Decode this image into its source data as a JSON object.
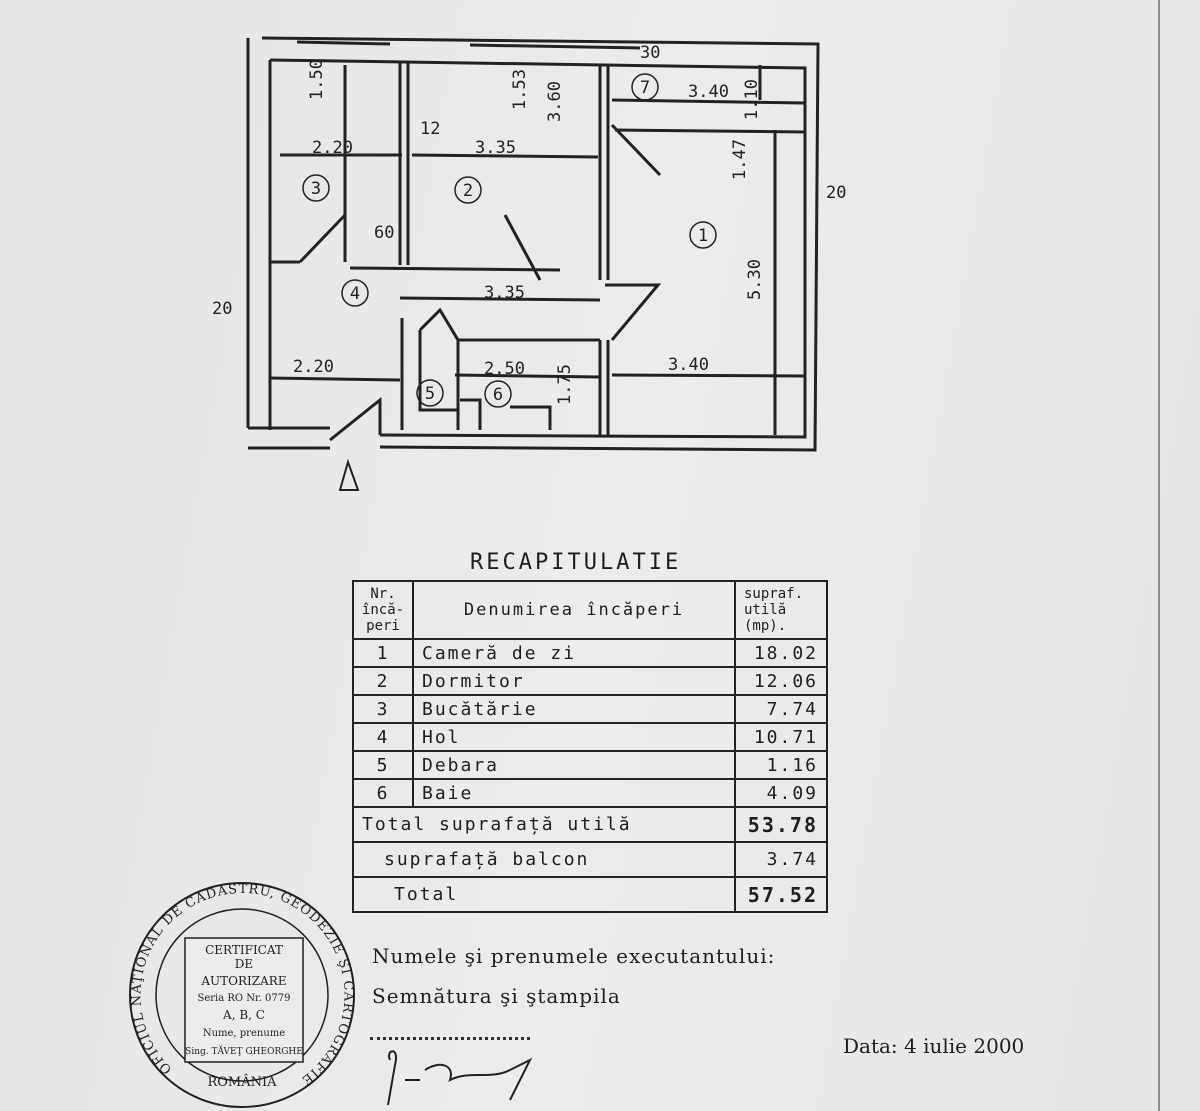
{
  "plan": {
    "rooms": [
      "1",
      "2",
      "3",
      "4",
      "5",
      "6",
      "7"
    ],
    "dimensions": {
      "top_offset": "30",
      "room7_width": "3.40",
      "room7_depth": "1.10",
      "room3_width": "2.20",
      "room2_width": "3.35",
      "room2_depth": "3.60",
      "hall_width": "3.35",
      "room1_width": "3.40",
      "room1_depth": "5.30",
      "hall_lower_width": "2.20",
      "bath_width": "2.50",
      "window3": "1.50",
      "window2": "1.53",
      "window1": "1.47",
      "wall_left": "20",
      "wall_right": "20",
      "wall_12": "12",
      "door_60": "60",
      "bath_175": "1.75"
    }
  },
  "recap": {
    "title": "RECAPITULATIE",
    "headers": [
      "Nr. încă-peri",
      "Denumirea încăperi",
      "supraf. utilă (mp)."
    ],
    "rows": [
      {
        "nr": "1",
        "name": "Cameră de zi",
        "area": "18.02"
      },
      {
        "nr": "2",
        "name": "Dormitor",
        "area": "12.06"
      },
      {
        "nr": "3",
        "name": "Bucătărie",
        "area": "7.74"
      },
      {
        "nr": "4",
        "name": "Hol",
        "area": "10.71"
      },
      {
        "nr": "5",
        "name": "Debara",
        "area": "1.16"
      },
      {
        "nr": "6",
        "name": "Baie",
        "area": "4.09"
      }
    ],
    "total_useful_label": "Total suprafață utilă",
    "total_useful": "53.78",
    "balcony_label": "suprafață balcon",
    "balcony": "3.74",
    "total_label": "Total",
    "total": "57.52"
  },
  "footer": {
    "executor_label": "Numele şi prenumele executantului:",
    "signature_label": "Semnătura şi ştampila",
    "date_label": "Data:",
    "date_value": "4 iulie 2000"
  },
  "stamp": {
    "ring_text": "OFICIUL NAŢIONAL DE CADASTRU, GEODEZIE ŞI CARTOGRAFIE",
    "country": "ROMÂNIA",
    "box_lines": [
      "CERTIFICAT",
      "DE",
      "AUTORIZARE",
      "Seria RO Nr. 0779",
      "A, B, C",
      "Nume, prenume",
      "Sing. TĂVEŢ GHEORGHE"
    ]
  }
}
